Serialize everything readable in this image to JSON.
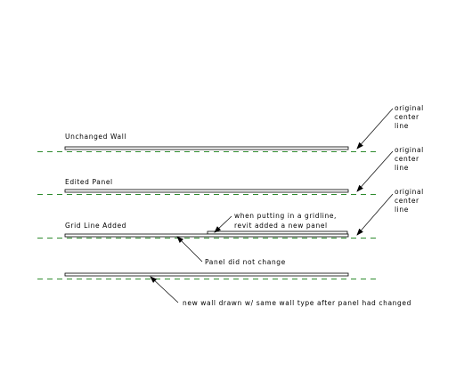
{
  "colors": {
    "centerline": "#2e8b2e",
    "ink": "#000000",
    "background": "#ffffff"
  },
  "diagram": {
    "rows": [
      {
        "label": "Unchanged Wall",
        "note": [
          "original",
          "center",
          "line"
        ]
      },
      {
        "label": "Edited Panel",
        "note": [
          "original",
          "center",
          "line"
        ]
      },
      {
        "label": "Grid Line Added",
        "note": [
          "original",
          "center",
          "line"
        ]
      },
      {
        "label": ""
      }
    ],
    "callouts": {
      "new_panel": [
        "when putting in a gridline,",
        "revit added a new panel"
      ],
      "panel_unchanged": "Panel did not change",
      "new_wall": "new wall drawn w/ same wall type after panel had changed"
    }
  }
}
